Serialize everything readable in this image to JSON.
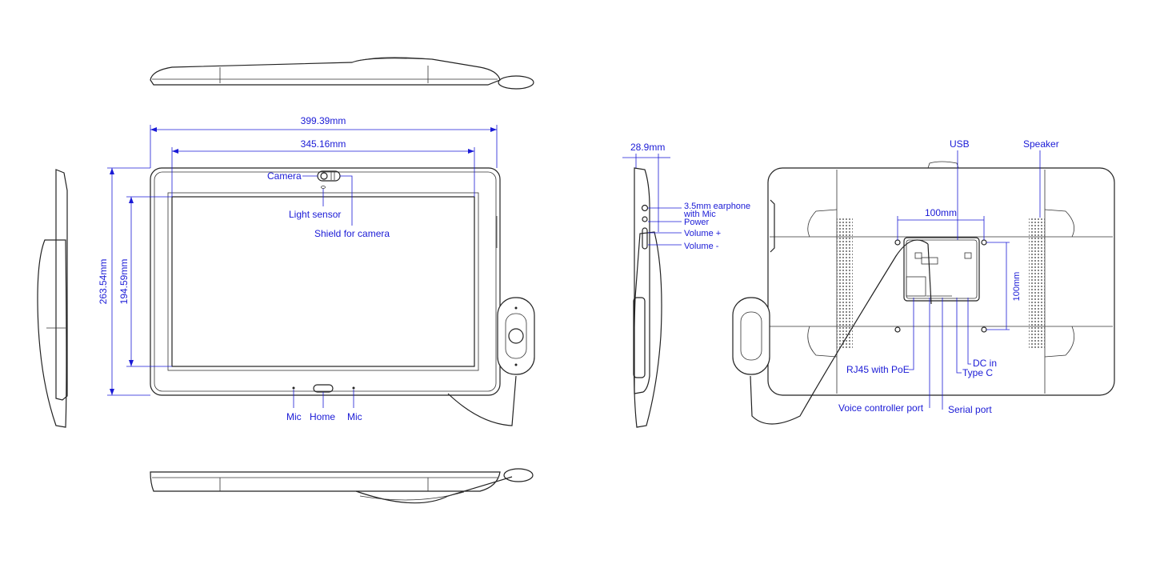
{
  "dimensions": {
    "overall_width": "399.39mm",
    "screen_width": "345.16mm",
    "overall_height": "263.54mm",
    "screen_height": "194.59mm",
    "depth": "28.9mm",
    "vesa_horizontal": "100mm",
    "vesa_vertical": "100mm"
  },
  "front_labels": {
    "camera": "Camera",
    "light_sensor": "Light sensor",
    "shield": "Shield for camera",
    "mic_left": "Mic",
    "home": "Home",
    "mic_right": "Mic"
  },
  "side_labels": {
    "earphone_line1": "3.5mm earphone",
    "earphone_line2": "with Mic",
    "power": "Power",
    "volume_up": "Volume +",
    "volume_down": "Volume -"
  },
  "back_labels": {
    "usb": "USB",
    "speaker": "Speaker",
    "rj45": "RJ45 with PoE",
    "dc_in": "DC in",
    "type_c": "Type C",
    "voice_port": "Voice controller port",
    "serial_port": "Serial port"
  }
}
